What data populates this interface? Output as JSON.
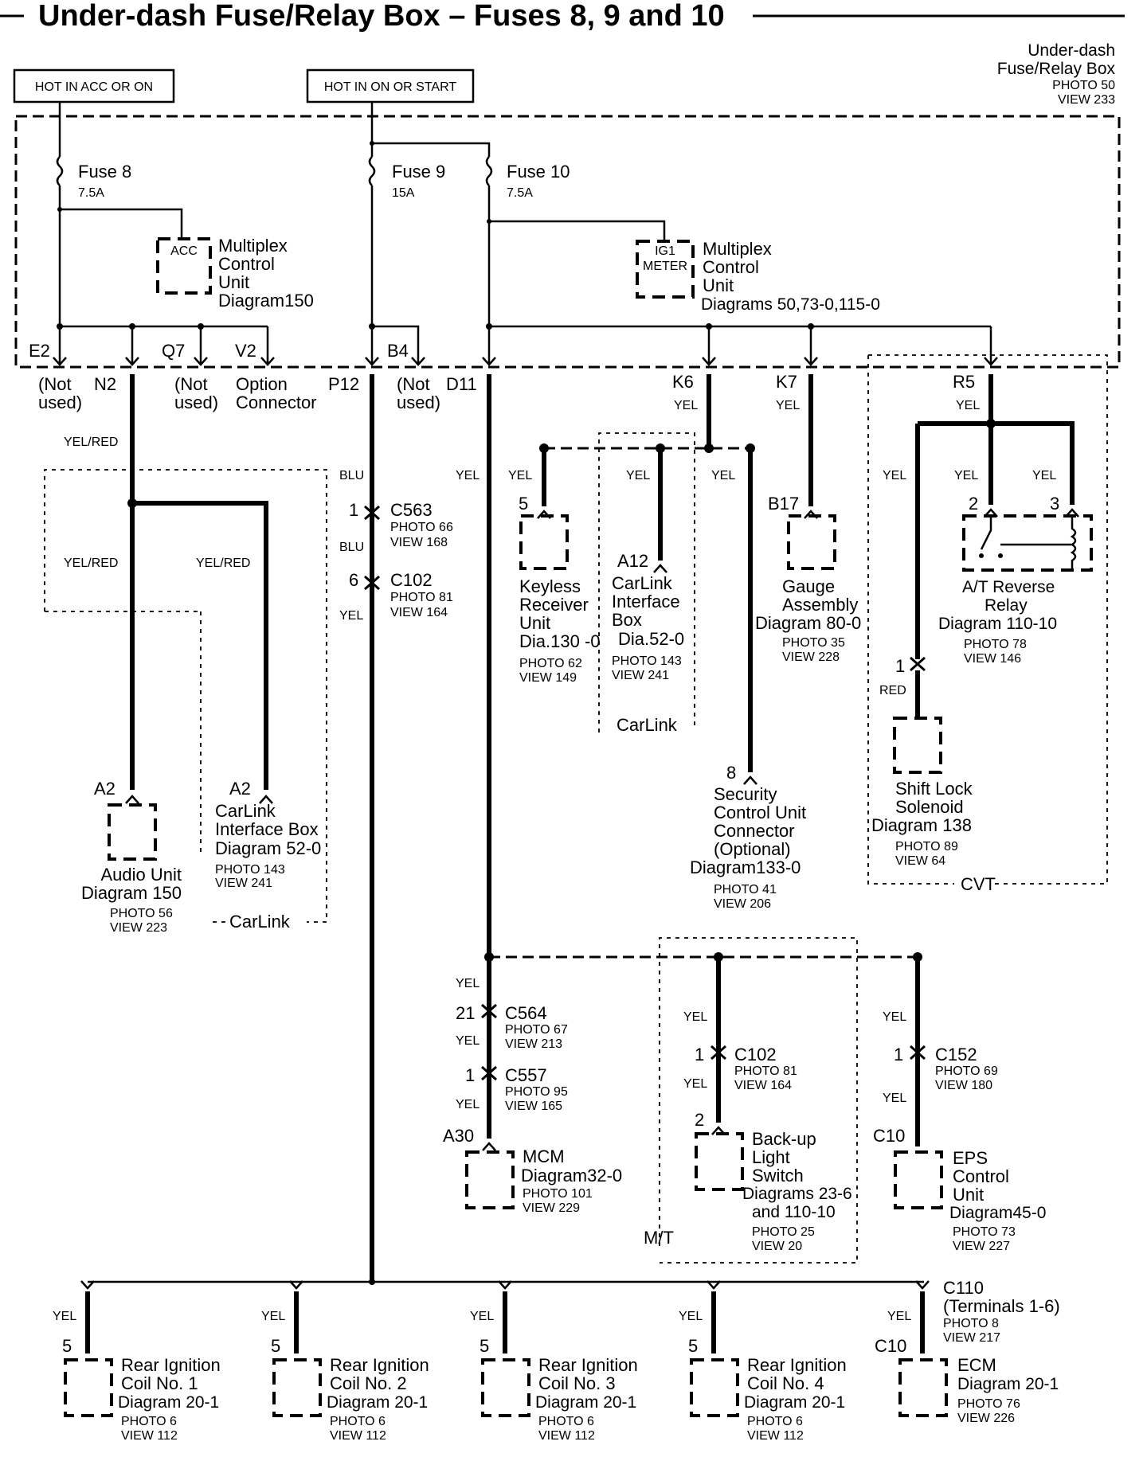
{
  "title": "Under-dash Fuse/Relay Box – Fuses 8, 9 and 10",
  "power_sources": [
    "HOT IN ACC OR ON",
    "HOT IN ON OR START"
  ],
  "fuse_box": {
    "name_line1": "Under-dash",
    "name_line2": "Fuse/Relay Box",
    "photo": "PHOTO 50",
    "view": "VIEW 233"
  },
  "fuses": [
    {
      "name": "Fuse 8",
      "rating": "7.5A"
    },
    {
      "name": "Fuse 9",
      "rating": "15A"
    },
    {
      "name": "Fuse 10",
      "rating": "7.5A"
    }
  ],
  "internal_units": [
    {
      "pin": "ACC",
      "lines": [
        "Multiplex",
        "Control",
        "Unit",
        "Diagram150"
      ]
    },
    {
      "pin1": "IG1",
      "pin2": "METER",
      "lines": [
        "Multiplex",
        "Control",
        "Unit",
        "Diagrams 50,73-0,115-0"
      ]
    }
  ],
  "terminals": [
    "E2",
    "Q7",
    "V2",
    "B4",
    "N2",
    "P12",
    "D11",
    "K6",
    "K7",
    "R5"
  ],
  "not_used": {
    "line1": "(Not",
    "line2": "used)"
  },
  "option_connector": {
    "line1": "Option",
    "line2": "Connector"
  },
  "wire_colors": {
    "yel": "YEL",
    "yel_red": "YEL/RED",
    "blu": "BLU",
    "red": "RED"
  },
  "pins": [
    "1",
    "2",
    "3",
    "5",
    "6",
    "8",
    "21"
  ],
  "pin_labels": [
    "A2",
    "A12",
    "B17",
    "A30",
    "C10"
  ],
  "connectors": [
    {
      "name": "C563",
      "photo": "PHOTO 66",
      "view": "VIEW 168"
    },
    {
      "name": "C102",
      "photo": "PHOTO 81",
      "view": "VIEW 164"
    },
    {
      "name": "C564",
      "photo": "PHOTO 67",
      "view": "VIEW 213"
    },
    {
      "name": "C557",
      "photo": "PHOTO 95",
      "view": "VIEW 165"
    },
    {
      "name": "C152",
      "photo": "PHOTO 69",
      "view": "VIEW 180"
    },
    {
      "name": "C110",
      "extra": "(Terminals 1-6)",
      "photo": "PHOTO 8",
      "view": "VIEW 217"
    }
  ],
  "components": [
    {
      "lines": [
        "Audio Unit",
        "Diagram 150"
      ],
      "photo": "PHOTO 56",
      "view": "VIEW 223"
    },
    {
      "lines": [
        "CarLink",
        "Interface Box",
        "Diagram 52-0"
      ],
      "photo": "PHOTO 143",
      "view": "VIEW 241"
    },
    {
      "lines": [
        "Keyless",
        "Receiver",
        "Unit",
        "Dia.130 -0"
      ],
      "photo": "PHOTO 62",
      "view": "VIEW 149"
    },
    {
      "lines": [
        "CarLink",
        "Interface",
        "Box",
        "Dia.52-0"
      ],
      "photo": "PHOTO 143",
      "view": "VIEW 241"
    },
    {
      "lines": [
        "Gauge",
        "Assembly",
        "Diagram 80-0"
      ],
      "photo": "PHOTO 35",
      "view": "VIEW 228"
    },
    {
      "lines": [
        "A/T Reverse",
        "Relay",
        "Diagram 110-10"
      ],
      "photo": "PHOTO 78",
      "view": "VIEW 146"
    },
    {
      "lines": [
        "Security",
        "Control Unit",
        "Connector",
        "(Optional)",
        "Diagram133-0"
      ],
      "photo": "PHOTO 41",
      "view": "VIEW 206"
    },
    {
      "lines": [
        "Shift Lock",
        "Solenoid",
        "Diagram 138"
      ],
      "photo": "PHOTO 89",
      "view": "VIEW 64"
    },
    {
      "lines": [
        "MCM",
        "Diagram32-0"
      ],
      "photo": "PHOTO 101",
      "view": "VIEW 229"
    },
    {
      "lines": [
        "Back-up",
        "Light",
        "Switch",
        "Diagrams 23-6",
        "and 110-10"
      ],
      "photo": "PHOTO 25",
      "view": "VIEW 20"
    },
    {
      "lines": [
        "EPS",
        "Control",
        "Unit",
        "Diagram45-0"
      ],
      "photo": "PHOTO 73",
      "view": "VIEW 227"
    },
    {
      "lines": [
        "Rear Ignition",
        "Coil No. 1",
        "Diagram 20-1"
      ],
      "photo": "PHOTO 6",
      "view": "VIEW 112"
    },
    {
      "lines": [
        "Rear Ignition",
        "Coil No. 2",
        "Diagram 20-1"
      ],
      "photo": "PHOTO 6",
      "view": "VIEW 112"
    },
    {
      "lines": [
        "Rear Ignition",
        "Coil No. 3",
        "Diagram 20-1"
      ],
      "photo": "PHOTO 6",
      "view": "VIEW 112"
    },
    {
      "lines": [
        "Rear Ignition",
        "Coil No. 4",
        "Diagram 20-1"
      ],
      "photo": "PHOTO 6",
      "view": "VIEW 112"
    },
    {
      "lines": [
        "ECM",
        "Diagram 20-1"
      ],
      "photo": "PHOTO 76",
      "view": "VIEW 226"
    }
  ],
  "options": {
    "carlink": "CarLink",
    "cvt": "CVT",
    "mt": "M/T"
  }
}
